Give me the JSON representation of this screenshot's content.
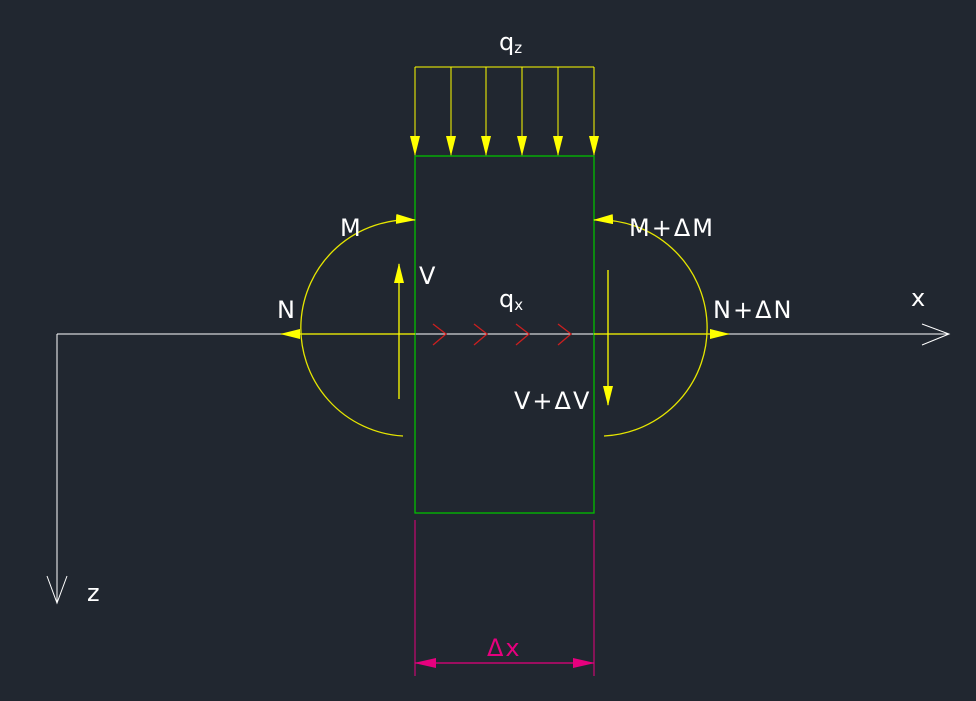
{
  "colors": {
    "background": "#212730",
    "axis": "#ffffff",
    "element": "#00c000",
    "force": "#ffff00",
    "moment": "#e6e600",
    "distributed_x": "#cc1f1f",
    "dimension": "#e6007e"
  },
  "labels": {
    "qz_base": "q",
    "qz_sub": "z",
    "qx_base": "q",
    "qx_sub": "x",
    "M": "M",
    "M_dM": "M+ΔM",
    "V": "V",
    "V_dV": "V+ΔV",
    "N": "N",
    "N_dN": "N+ΔN",
    "x_axis": "x",
    "z_axis": "z",
    "dx": "Δx"
  }
}
